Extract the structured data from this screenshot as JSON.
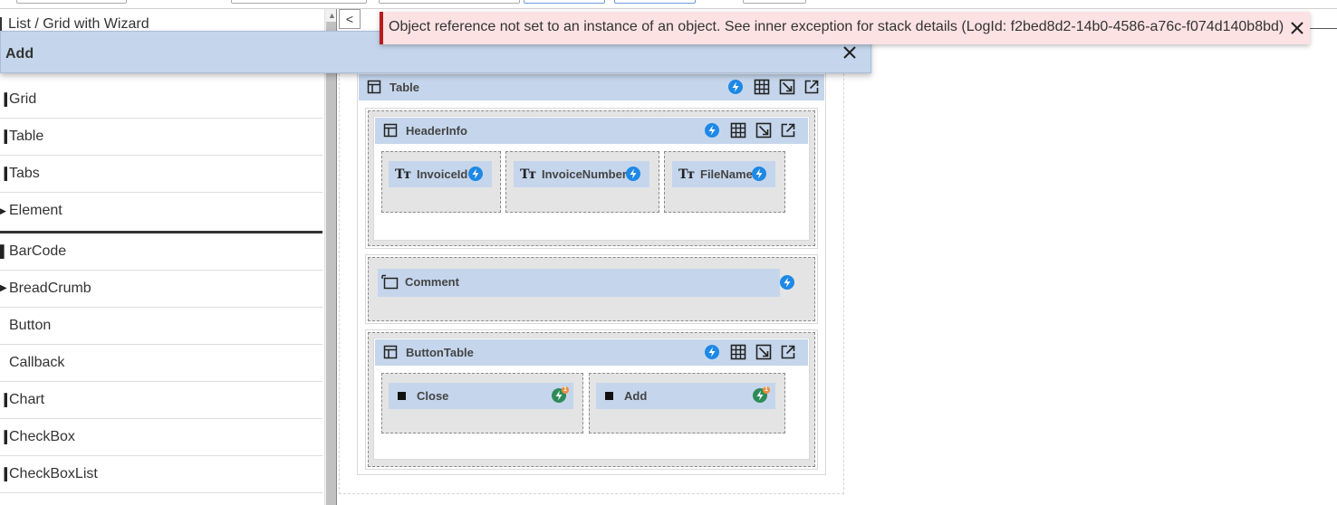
{
  "panel": {
    "header": "List / Grid with Wizard",
    "items": [
      {
        "label": "Grid",
        "icon": "grid-icon"
      },
      {
        "label": "Table",
        "icon": "table-icon"
      },
      {
        "label": "Tabs",
        "icon": "tabs-icon"
      },
      {
        "label": "Element",
        "icon": "element-icon"
      },
      {
        "label": "BarCode",
        "icon": "barcode-icon"
      },
      {
        "label": "BreadCrumb",
        "icon": "breadcrumb-icon"
      },
      {
        "label": "Button",
        "icon": "button-icon"
      },
      {
        "label": "Callback",
        "icon": "callback-icon"
      },
      {
        "label": "Chart",
        "icon": "chart-icon"
      },
      {
        "label": "CheckBox",
        "icon": "checkbox-icon"
      },
      {
        "label": "CheckBoxList",
        "icon": "checkboxlist-icon"
      }
    ]
  },
  "dialog": {
    "title": "Add"
  },
  "toast": {
    "message": "Object reference not set to an instance of an object. See inner exception for stack details (LogId: f2bed8d2-14b0-4586-a76c-f074d140b8bd)",
    "color": "#fde2e4",
    "accent": "#b71c1c"
  },
  "canvas": {
    "table": {
      "label": "Table"
    },
    "header_info": {
      "label": "HeaderInfo",
      "fields": [
        "InvoiceId",
        "InvoiceNumber",
        "FileName"
      ]
    },
    "comment": {
      "label": "Comment"
    },
    "button_table": {
      "label": "ButtonTable",
      "buttons": [
        {
          "label": "Close",
          "badge": "1"
        },
        {
          "label": "Add",
          "badge": "1"
        }
      ]
    }
  },
  "colors": {
    "chip": "#c5d6ec",
    "bolt": "#1e88e5",
    "bolt_green": "#2e8b57",
    "badge": "#f08a3c"
  }
}
